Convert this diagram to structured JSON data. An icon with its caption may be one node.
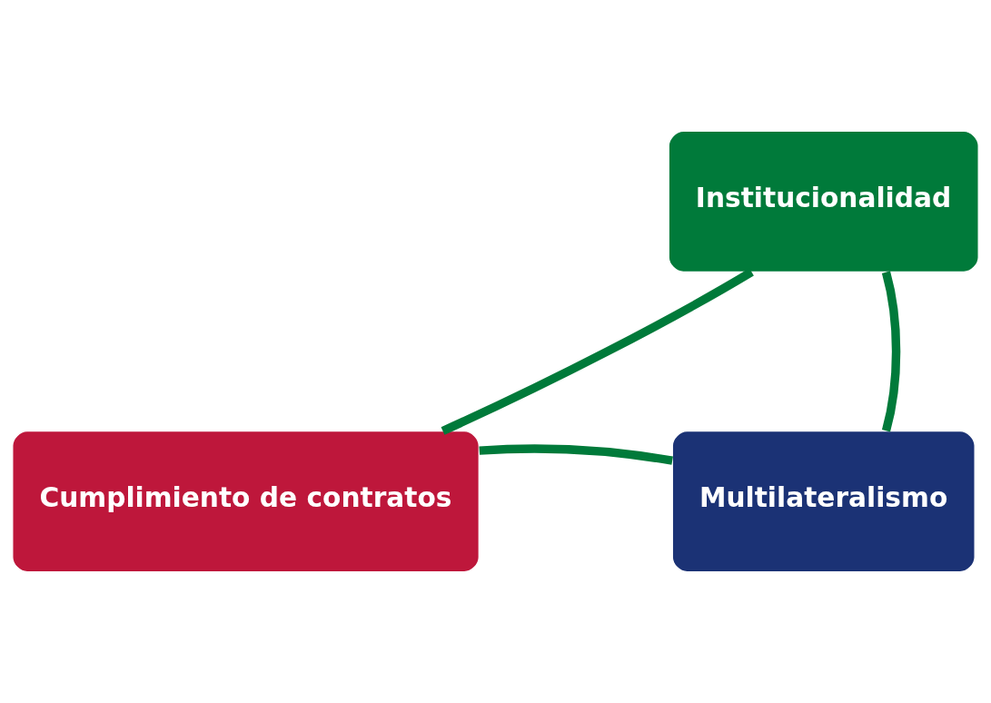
{
  "diagram": {
    "nodes": [
      {
        "text": [
          "Institucionalidad"
        ]
      },
      {
        "text": [
          "Multilateralismo"
        ]
      },
      {
        "text": [
          "Cumplimiento de contratos"
        ]
      }
    ],
    "edges": [
      {
        "from": 0,
        "to": 1,
        "arrow": "none"
      },
      {
        "from": 1,
        "to": 2,
        "arrow": "none"
      },
      {
        "from": 2,
        "to": 0,
        "arrow": "none"
      }
    ]
  }
}
